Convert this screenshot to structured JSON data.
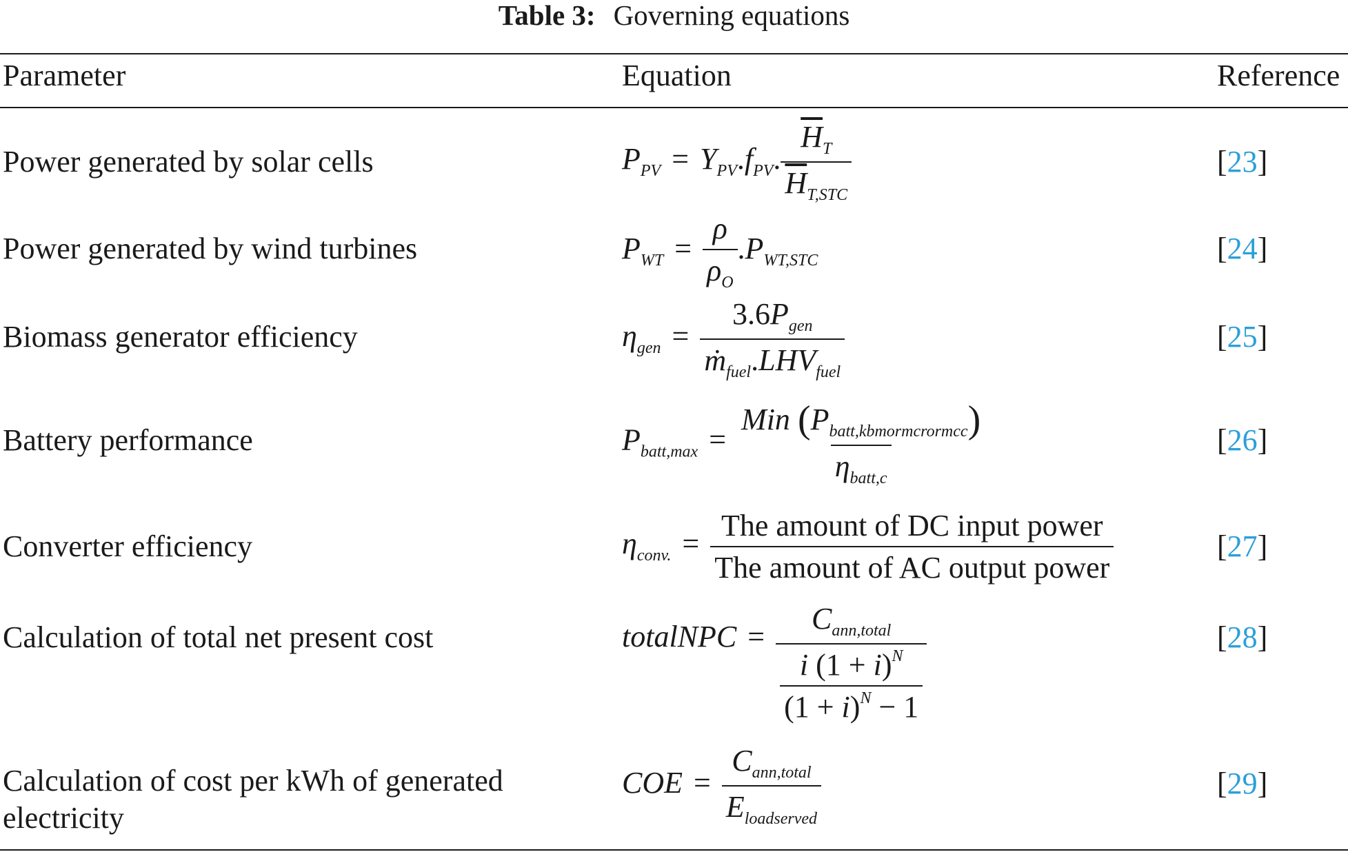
{
  "caption": {
    "label": "Table 3:",
    "text": "Governing equations"
  },
  "headers": {
    "parameter": "Parameter",
    "equation": "Equation",
    "reference": "Reference"
  },
  "rows": [
    {
      "parameter": "Power generated by solar cells",
      "reference": "23"
    },
    {
      "parameter": "Power generated by wind turbines",
      "reference": "24"
    },
    {
      "parameter": "Biomass generator efficiency",
      "reference": "25"
    },
    {
      "parameter": "Battery performance",
      "reference": "26"
    },
    {
      "parameter": "Converter efficiency",
      "reference": "27"
    },
    {
      "parameter": "Calculation of total net present cost",
      "reference": "28"
    },
    {
      "parameter": "Calculation of cost per kWh of generated electricity",
      "reference": "29"
    }
  ],
  "equations": {
    "conv_num": "The amount of DC input power",
    "conv_den": "The amount of AC output power"
  },
  "colors": {
    "link": "#2b9fd9",
    "text": "#1a1a1a"
  }
}
